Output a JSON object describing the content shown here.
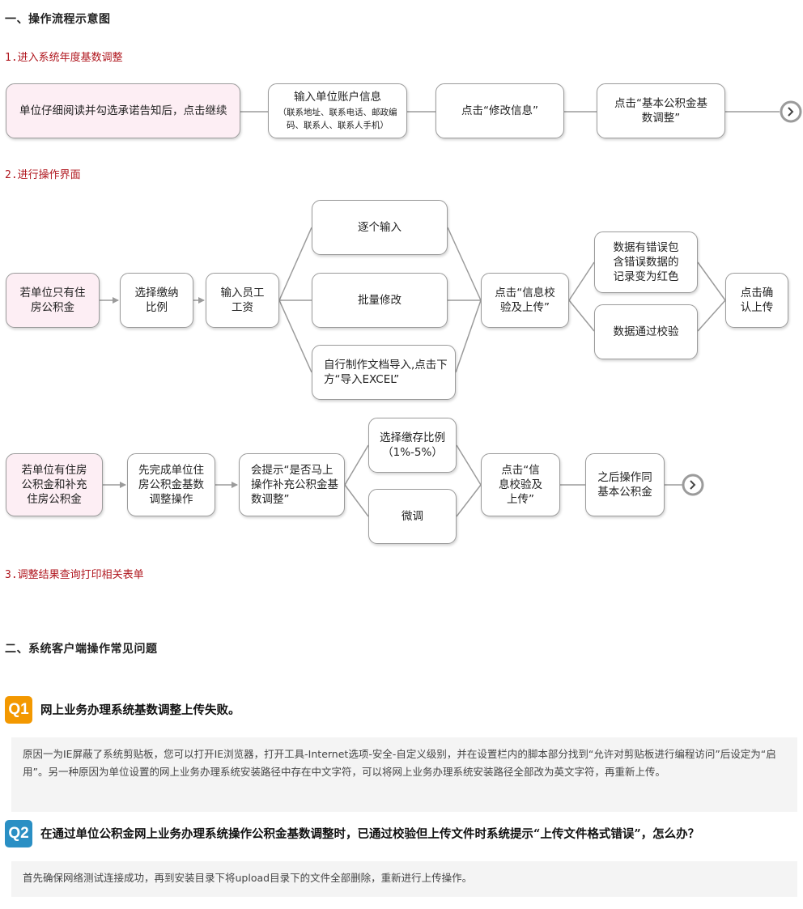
{
  "section1": {
    "title": "一、操作流程示意图",
    "step1": "1.进入系统年度基数调整",
    "step2": "2.进行操作界面",
    "step3": "3.调整结果查询打印相关表单"
  },
  "flow1": {
    "read": "单位仔细阅读并勾选承诺告知后，点击继续",
    "account_title": "输入单位账户信息",
    "account_detail": "（联系地址、联系电话、邮政编码、联系人、联系人手机）",
    "modify": "点击“修改信息”",
    "basic_adjust": "点击“基本公积金基数调整”"
  },
  "flow2": {
    "only_housing": "若单位只有住房公积金",
    "choose_ratio": "选择缴纳比例",
    "input_salary": "输入员工工资",
    "one_by_one": "逐个输入",
    "batch_modify": "批量修改",
    "import_excel": "自行制作文档导入,点击下方“导入EXCEL”",
    "verify_upload": "点击“信息校验及上传”",
    "error_data": "数据有错误包含错误数据的记录变为红色",
    "pass_check": "数据通过校验",
    "confirm_upload": "点击确认上传"
  },
  "flow3": {
    "has_both": "若单位有住房公积金和补充住房公积金",
    "finish_basic": "先完成单位住房公积金基数调整操作",
    "prompt": "会提示“是否马上操作补充公积金基数调整”",
    "choose_ratio": "选择缴存比例（1%-5%）",
    "fine_tune": "微调",
    "verify_upload": "点击“信息校验及上传”",
    "then_same": "之后操作同基本公积金"
  },
  "section2": {
    "title": "二、系统客户端操作常见问题"
  },
  "faq": [
    {
      "badge": "Q1",
      "color": "#f39800",
      "question": "网上业务办理系统基数调整上传失败。",
      "answer": "原因一为IE屏蔽了系统剪贴板，您可以打开IE浏览器，打开工具-Internet选项-安全-自定义级别，并在设置栏内的脚本部分找到“允许对剪贴板进行编程访问”后设定为“启用”。另一种原因为单位设置的网上业务办理系统安装路径中存在中文字符，可以将网上业务办理系统安装路径全部改为英文字符，再重新上传。"
    },
    {
      "badge": "Q2",
      "color": "#2a8fc4",
      "question": "在通过单位公积金网上业务办理系统操作公积金基数调整时，已通过校验但上传文件时系统提示“上传文件格式错误”，怎么办？",
      "answer": "首先确保网络测试连接成功，再到安装目录下将upload目录下的文件全部删除，重新进行上传操作。"
    }
  ],
  "icons": {
    "next": "chevron-right-icon"
  },
  "colors": {
    "pink_box": "#fdeef4",
    "subheading_red": "#b0171f",
    "connector": "#999999"
  }
}
